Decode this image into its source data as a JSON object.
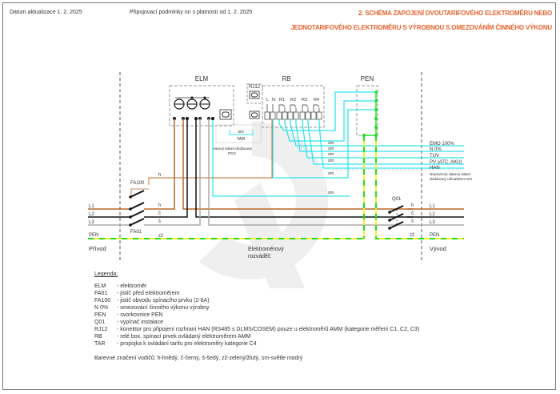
{
  "header": {
    "date": "Datum aktualizace 1. 2. 2025",
    "conditions": "Připojovací podmínky nn s platností od 1. 2. 2025",
    "title_line1": "2. SCHÉMA ZAPOJENÍ DVOUTARIFOVÉHO ELEKTROMĚRU NEBO",
    "title_line2": "JEDNOTARIFOVÉHO ELEKTROMĚRU  S  VÝROBNOU S OMEZOVÁNÍM ČINNÉHO VÝKONU",
    "title_color": "#e8622c"
  },
  "blocks": {
    "elm": "ELM",
    "rb": "RB",
    "pen": "PEN",
    "rj12": "RJ12",
    "rb_terminals": [
      "L",
      "N",
      "R1",
      "R2",
      "R3",
      "R4"
    ],
    "tar": "TAR",
    "data_cable": [
      "Datový kabel dodávaný",
      "PDS"
    ],
    "han_cable": [
      "Nepovinný datový kabel",
      "dodávaný uživatelem DS"
    ]
  },
  "wires": {
    "h": "h",
    "c": "č",
    "s": "š",
    "zz": "zž",
    "sm": "sm"
  },
  "outputs": [
    "EMO 100%",
    "N 0%",
    "TUV",
    "PV (ATC, AKU)",
    "HAN"
  ],
  "devices": {
    "fa100": "FA100",
    "fa01": "FA01",
    "q01": "Q01"
  },
  "phases_in": [
    "L1",
    "L2",
    "L3",
    "PEN"
  ],
  "phases_out": [
    "L1",
    "L2",
    "L3",
    "PEN"
  ],
  "sections": {
    "prived": "Přívod",
    "rozvadec_1": "Elektroměrový",
    "rozvadec_2": "rozváděč",
    "vyvod": "Vývod"
  },
  "legend": {
    "heading": "Legenda:",
    "items": [
      {
        "key": "ELM",
        "desc": "- elektroměr"
      },
      {
        "key": "FA01",
        "desc": "- jistič před elektroměrem"
      },
      {
        "key": "FA100",
        "desc": "- jistič obvodu spínacího prvku (2-6A)"
      },
      {
        "key": "N 0%",
        "desc": "- omezování činného výkonu výrobny"
      },
      {
        "key": "PEN",
        "desc": "- svorkovnice PEN"
      },
      {
        "key": "Q01",
        "desc": "- vypínač instalace"
      },
      {
        "key": "RJ12",
        "desc": "- konektor pro připojení rozhraní HAN (RS485 s DLMS/COSEM) pouze u elektroměrů AMM (kategorie měření C1, C2, C3)"
      },
      {
        "key": "RB",
        "desc": "- relé box, spínací prvek ovládaný elektroměrem AMM"
      },
      {
        "key": "TAR",
        "desc": "- propojka k ovládání tarifu pro elektroměry kategorie C4"
      }
    ],
    "colors": "Barevné značení vodičů: h-hnědý, č-černý, š-šedý, zž-zelený/žlutý, sm-světle modrý"
  },
  "palette": {
    "brown": "#b8682a",
    "black": "#111111",
    "grey": "#aaaaaa",
    "cyan": "#2fe4ef",
    "green": "#22dd22",
    "yellow": "#f2f230"
  }
}
